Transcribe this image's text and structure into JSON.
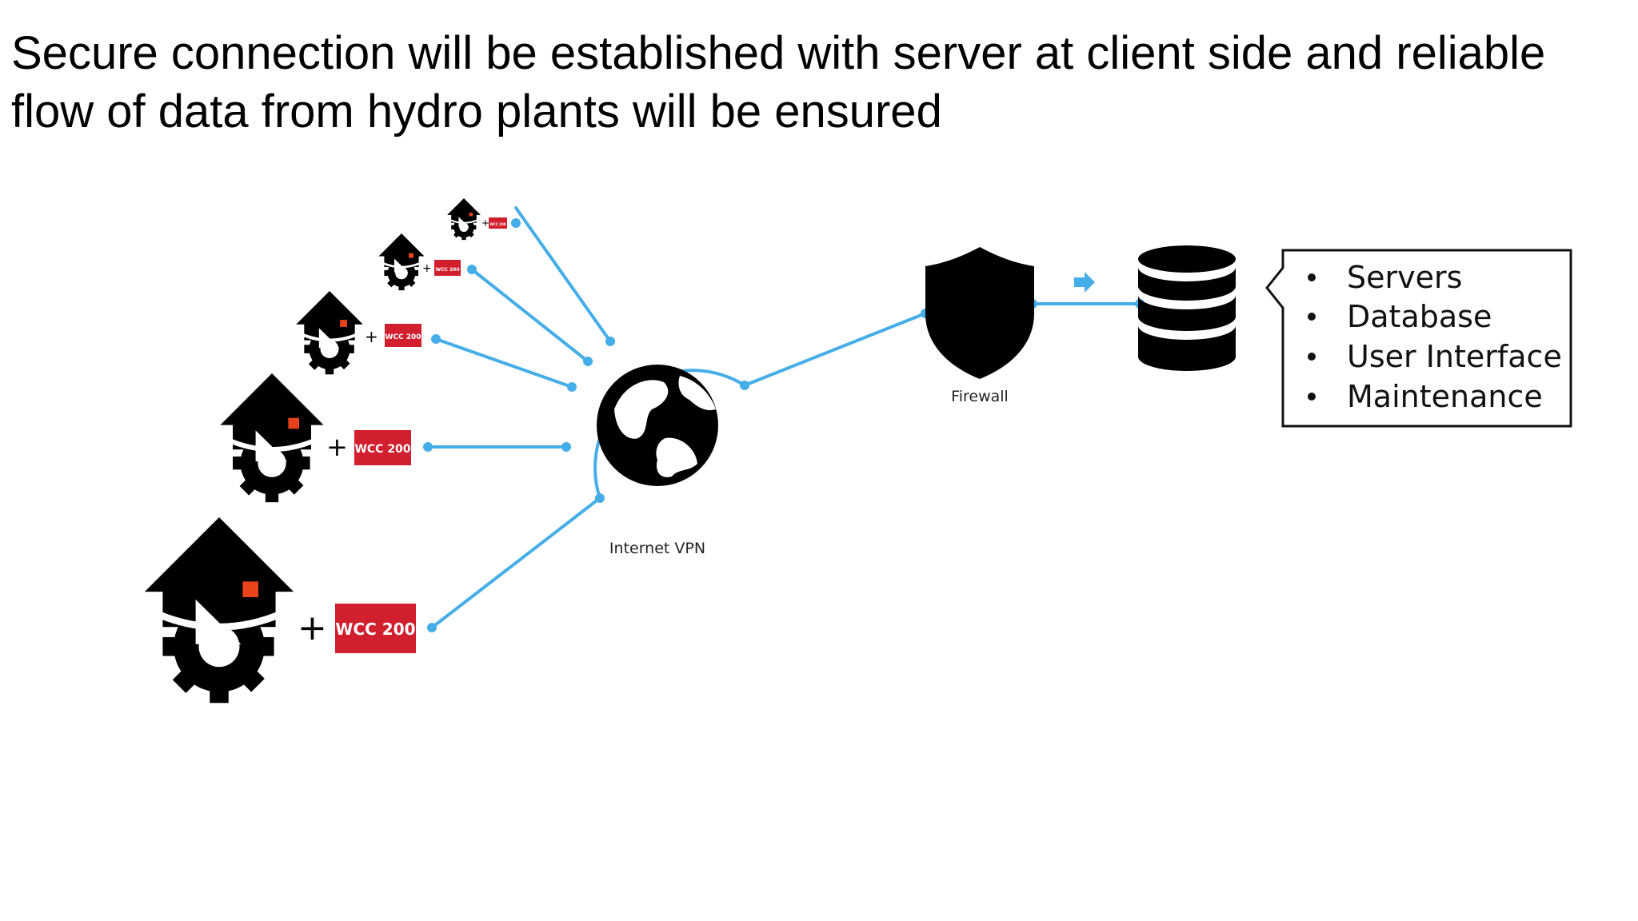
{
  "slide": {
    "title_line1": "Secure connection will be established with server at client side and reliable",
    "title_line2": "flow of data from hydro plants will be ensured"
  },
  "diagram": {
    "plant_box_label": "WCC 200",
    "plant_plus": "+",
    "vpn_label": "Internet VPN",
    "firewall_label": "Firewall",
    "server_items": [
      "Servers",
      "Database",
      "User Interface",
      "Maintenance"
    ],
    "colors": {
      "connector": "#45aee8",
      "wcc_box": "#d21f2e",
      "house_marker": "#e8431a",
      "icon": "#000000"
    },
    "icons": [
      "house-gear-icon",
      "globe-icon",
      "shield-icon",
      "database-icon",
      "arrow-right-icon"
    ]
  }
}
